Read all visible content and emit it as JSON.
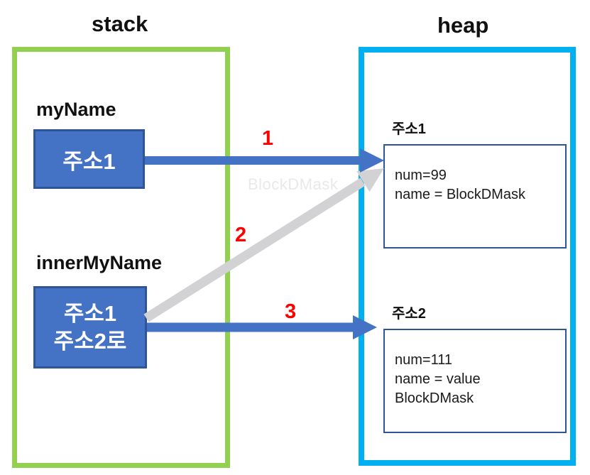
{
  "watermark": "BlockDMask",
  "stack": {
    "title": "stack",
    "vars": [
      {
        "label": "myName",
        "value_lines": [
          "주소1"
        ]
      },
      {
        "label": "innerMyName",
        "value_lines": [
          "주소1",
          "주소2로"
        ]
      }
    ]
  },
  "heap": {
    "title": "heap",
    "objects": [
      {
        "address": "주소1",
        "lines": [
          "num=99",
          "name = BlockDMask"
        ]
      },
      {
        "address": "주소2",
        "lines": [
          "num=111",
          "name = value",
          "BlockDMask"
        ]
      }
    ]
  },
  "arrows": [
    {
      "label": "1",
      "from": "myName",
      "to": "주소1"
    },
    {
      "label": "2",
      "from": "innerMyName",
      "to": "주소1"
    },
    {
      "label": "3",
      "from": "innerMyName",
      "to": "주소2"
    }
  ],
  "colors": {
    "stack_border": "#92D050",
    "heap_border": "#00B0F0",
    "var_box_fill": "#4472C4",
    "var_box_border": "#2F5597",
    "heap_box_border": "#2F5597",
    "arrow_blue": "#4472C4",
    "arrow_gray": "#D2D2D4",
    "number_red": "#FF0000",
    "watermark_gray": "#E9E9EB"
  }
}
